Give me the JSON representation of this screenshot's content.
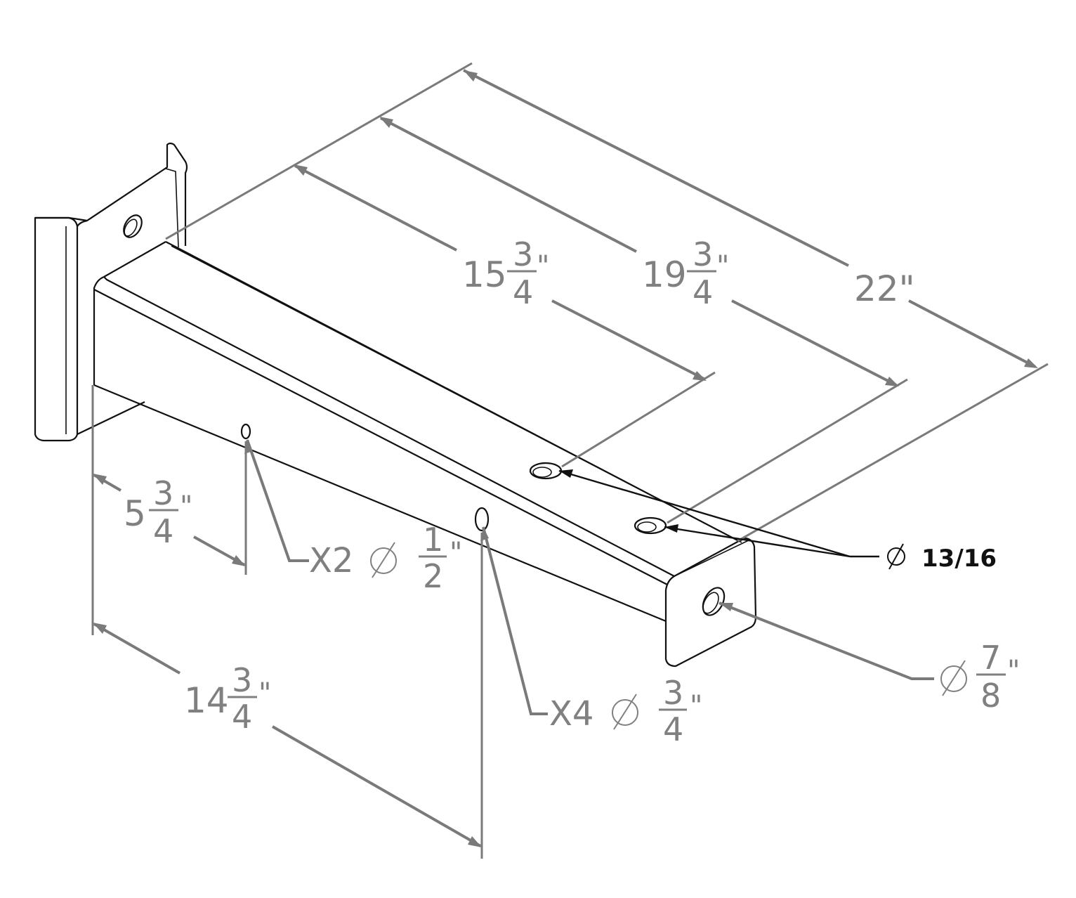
{
  "colors": {
    "dimension": "#808080",
    "outline": "#111111",
    "callout_bold": "#111111",
    "background": "#ffffff"
  },
  "dimensions": {
    "d_15_3_4": {
      "whole": "15",
      "num": "3",
      "den": "4",
      "unit": "\""
    },
    "d_19_3_4": {
      "whole": "19",
      "num": "3",
      "den": "4",
      "unit": "\""
    },
    "d_22": {
      "text": "22\""
    },
    "d_5_3_4": {
      "whole": "5",
      "num": "3",
      "den": "4",
      "unit": "\""
    },
    "d_14_3_4": {
      "whole": "14",
      "num": "3",
      "den": "4",
      "unit": "\""
    }
  },
  "callouts": {
    "holes_x2": {
      "qty": "X2",
      "num": "1",
      "den": "2",
      "unit": "\""
    },
    "holes_x4": {
      "qty": "X4",
      "num": "3",
      "den": "4",
      "unit": "\""
    },
    "holes_13_16": {
      "text": "13/16"
    },
    "hole_7_8": {
      "num": "7",
      "den": "8",
      "unit": "\""
    }
  },
  "icons": {
    "diameter": "diameter-symbol-icon"
  }
}
